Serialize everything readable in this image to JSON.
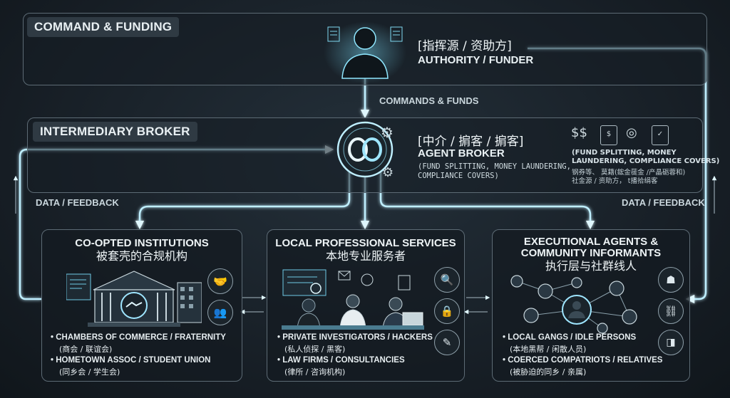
{
  "command": {
    "tag": "COMMAND & FUNDING",
    "title_cn": "[指挥源 / 资助方]",
    "title_en": "AUTHORITY / FUNDER"
  },
  "flow_commands": "COMMANDS & FUNDS",
  "broker": {
    "tag": "INTERMEDIARY BROKER",
    "title_cn": "[中介 / 掮客 / 掮客]",
    "title_en": "AGENT BROKER",
    "detail_line1": "(FUND SPLITTING, MONEY LAUNDERING,",
    "detail_line2": "COMPLIANCE COVERS)",
    "side_line1": "(FUND SPLITTING, MONEY",
    "side_line2": "LAUNDERING, COMPLIANCE COVERS)",
    "side_cn1": "钢券等、 莫籍(鋐金蓰金 /产晶砺蓉和)",
    "side_cn2": "社金源 / 资助方，  t播拾绢客"
  },
  "feedback_left": "DATA / FEEDBACK",
  "feedback_right": "DATA / FEEDBACK",
  "panels": [
    {
      "title_en": "CO-OPTED INSTITUTIONS",
      "title_cn": "被套壳的合规机构",
      "items": [
        {
          "en": "• CHAMBERS OF COMMERCE / FRATERNITY",
          "cn": "(商会 / 联谊会)"
        },
        {
          "en": "• HOMETOWN ASSOC / STUDENT UNION",
          "cn": "(同乡会 / 学生会)"
        }
      ]
    },
    {
      "title_en": "LOCAL PROFESSIONAL SERVICES",
      "title_cn": "本地专业服务者",
      "items": [
        {
          "en": "• PRIVATE INVESTIGATORS / HACKERS",
          "cn": "(私人侦探 / 黑客)"
        },
        {
          "en": "• LAW FIRMS / CONSULTANCIES",
          "cn": "(律所 / 咨询机构)"
        }
      ]
    },
    {
      "title_en1": "EXECUTIONAL AGENTS &",
      "title_en2": "COMMUNITY INFORMANTS",
      "title_cn": "执行层与社群线人",
      "items": [
        {
          "en": "• LOCAL GANGS / IDLE PERSONS",
          "cn": "(本地黑帮 / 闲散人员)"
        },
        {
          "en": "• COERCED COMPATRIOTS / RELATIVES",
          "cn": "(被胁迫的同乡 / 亲属)"
        }
      ]
    }
  ],
  "colors": {
    "glow": "#7fe3ff",
    "line": "#9fdff2",
    "border": "#5d6b75"
  }
}
